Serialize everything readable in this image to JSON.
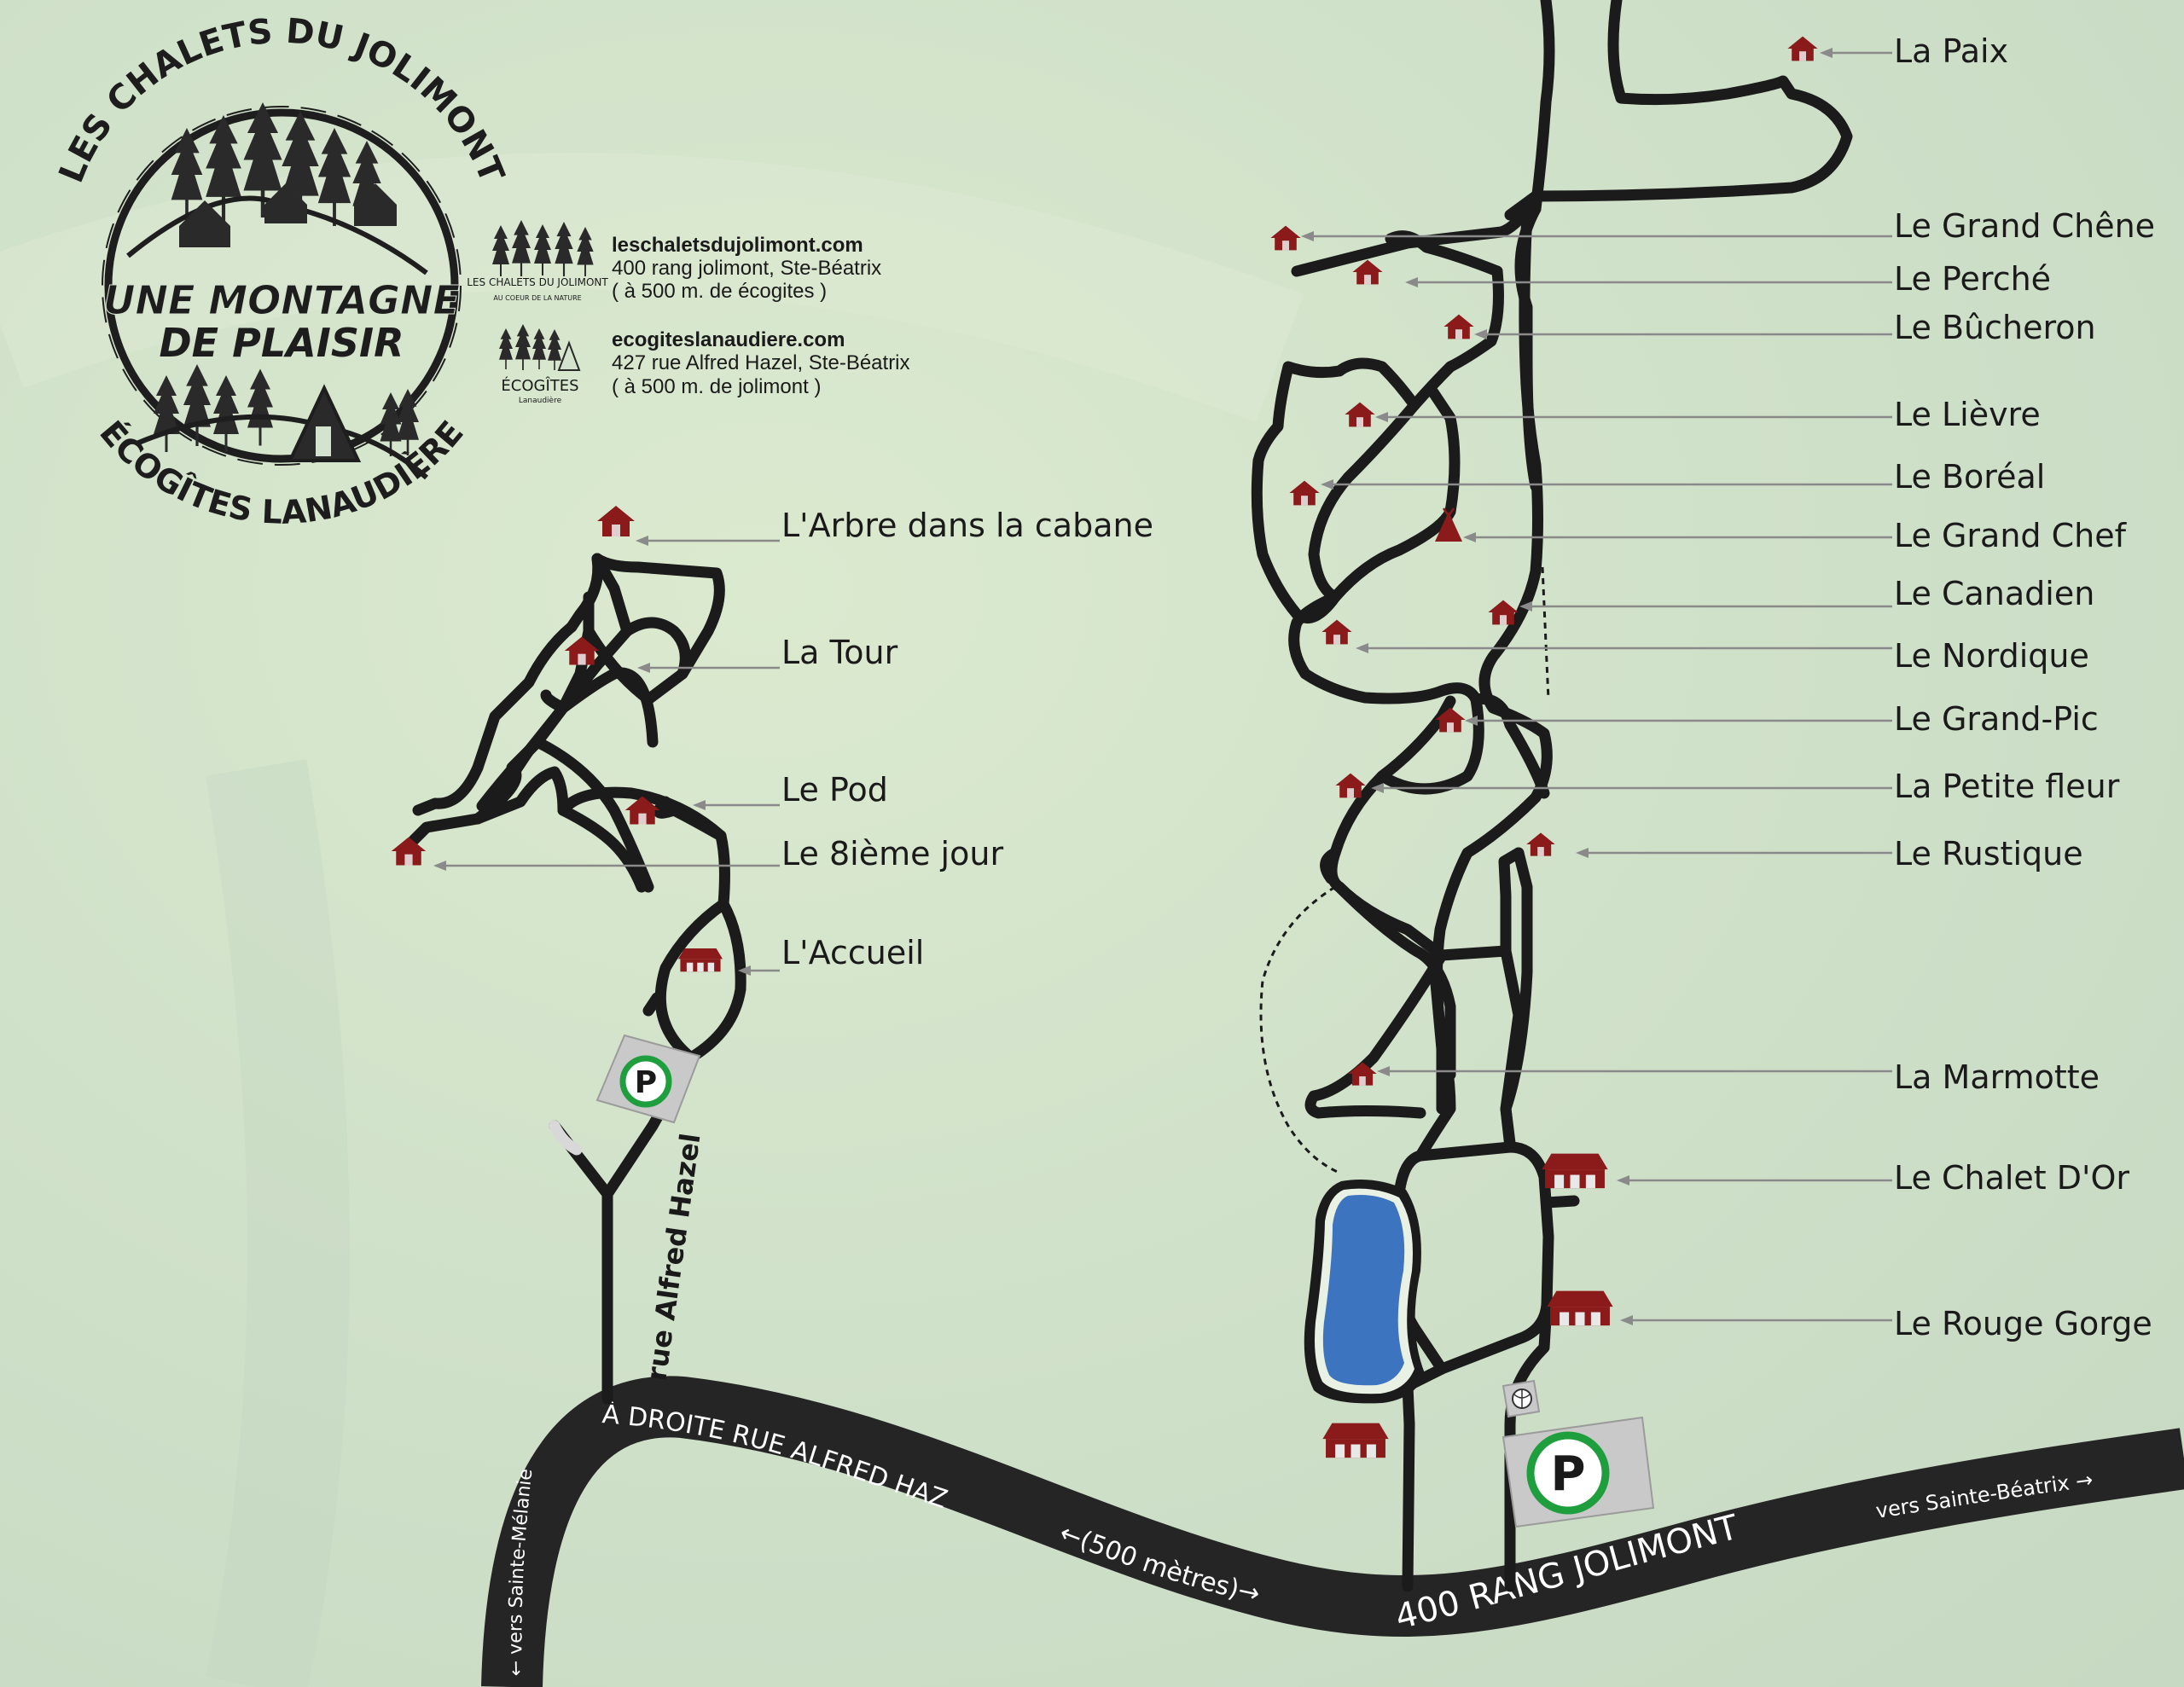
{
  "logo": {
    "arc_top": "LES CHALETS DU JOLIMONT",
    "arc_bottom": "ÉCOGÎTES LANAUDIÈRE",
    "slogan_line1": "UNE MONTAGNE",
    "slogan_line2": "DE PLAISIR"
  },
  "info": {
    "chalets": {
      "logo_name": "LES CHALETS DU JOLIMONT",
      "logo_tagline": "AU COEUR DE LA NATURE",
      "url": "leschaletsdujolimont.com",
      "address": "400 rang jolimont, Ste-Béatrix",
      "distance": "( à 500 m. de écogites )"
    },
    "ecogites": {
      "logo_name": "ÉCOGÎTES",
      "logo_tagline": "Lanaudière",
      "url": "ecogiteslanaudiere.com",
      "address": "427 rue Alfred Hazel, Ste-Béatrix",
      "distance": "( à 500 m. de jolimont )"
    }
  },
  "chalets_left": [
    "L'Arbre dans la cabane",
    "La Tour",
    "Le Pod",
    "Le 8ième jour",
    "L'Accueil"
  ],
  "chalets_right": [
    "La Paix",
    "Le Grand Chêne",
    "Le Perché",
    "Le Bûcheron",
    "Le Lièvre",
    "Le Boréal",
    "Le Grand Chef",
    "Le Canadien",
    "Le Nordique",
    "Le Grand-Pic",
    "La Petite fleur",
    "Le Rustique",
    "La Marmotte",
    "Le Chalet D'Or",
    "Le Rouge Gorge"
  ],
  "roads": {
    "street_name": "rue Alfred Hazel",
    "turn_instruction": "À DROITE RUE ALFRED HAZEL",
    "distance": "←(500 mètres)→",
    "main_road": "400 RANG JOLIMONT",
    "to_sainte_melanie": "← vers Sainte-Mélanie",
    "to_sainte_beatrix": "vers Sainte-Béatrix →"
  },
  "parking_symbol": "P",
  "colors": {
    "background": "#d3e3cd",
    "chalet_icon": "#8b1a1a",
    "road": "#1b1b1b",
    "lake": "#3d74bf",
    "parking_ring": "#1f9e3e",
    "parking_box": "#c8c8c8"
  },
  "icons": [
    "chalet-house-icon",
    "teepee-icon",
    "lake-icon",
    "parking-icon",
    "volleyball-icon",
    "logo-seal"
  ]
}
